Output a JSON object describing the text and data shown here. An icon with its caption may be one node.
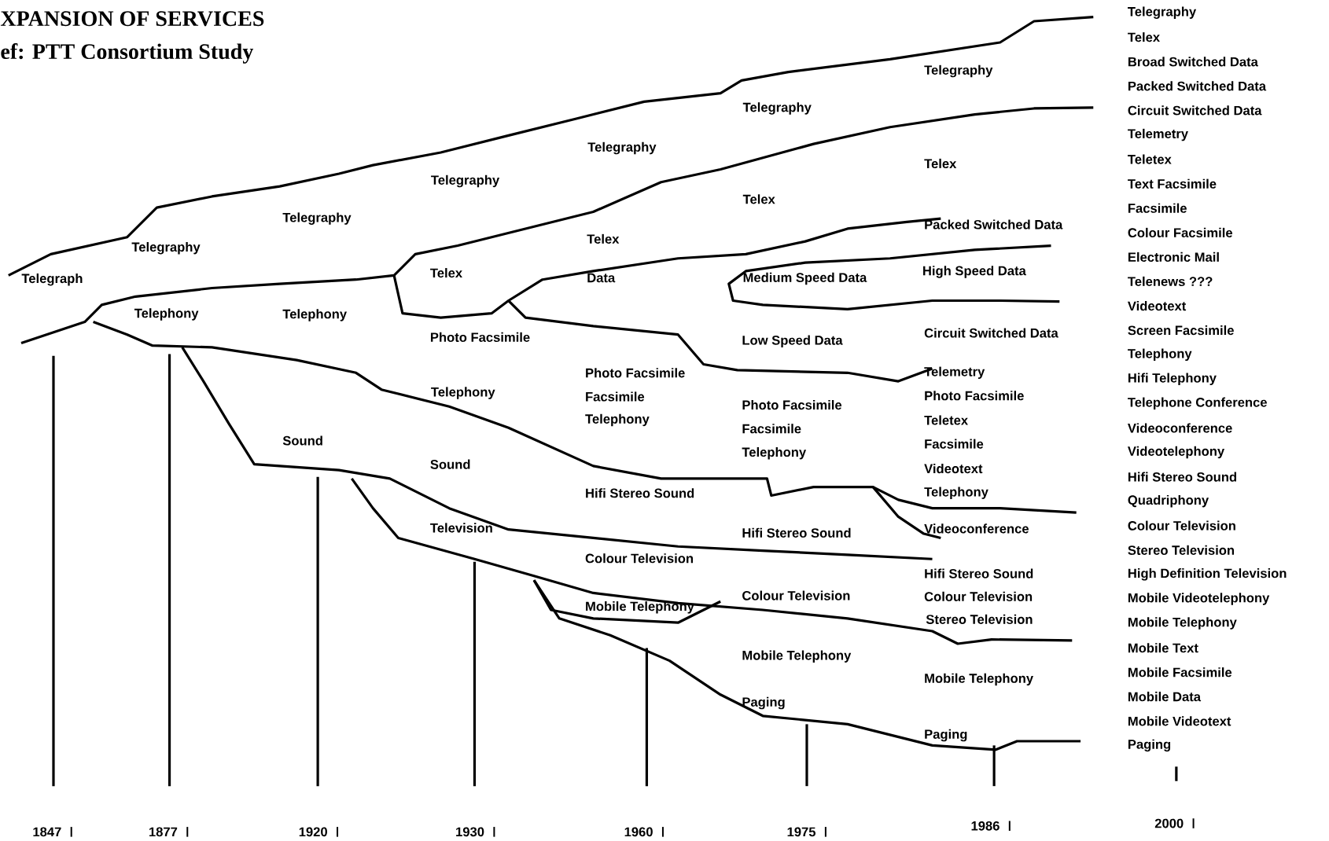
{
  "diagram": {
    "title": "XPANSION OF SERVICES",
    "labels": [
      "ef: PTT Consortium Study",
      "Telegraph",
      "Telegraphy",
      "Telegraphy",
      "Telegraphy",
      "Telegraphy",
      "Telegraphy",
      "Telegraphy",
      "Telex",
      "Telex",
      "Telex",
      "Telex",
      "Data",
      "Packed Switched Data",
      "Medium Speed Data",
      "High Speed Data",
      "Telephony",
      "Telephony",
      "Photo Facsimile",
      "Low Speed Data",
      "Circuit Switched Data",
      "Telephony",
      "Photo Facsimile",
      "Facsimile",
      "Telephony",
      "Photo Facsimile",
      "Facsimile",
      "Telephony",
      "Telemetry",
      "Photo Facsimile",
      "Teletex",
      "Facsimile",
      "Videotext",
      "Telephony",
      "Sound",
      "Sound",
      "Hifi Stereo Sound",
      "Television",
      "Hifi Stereo Sound",
      "Videoconference",
      "Colour Television",
      "Hifi Stereo Sound",
      "Colour Television",
      "Stereo Television",
      "Mobile Telephony",
      "Colour Television",
      "Mobile Telephony",
      "Mobile Telephony",
      "Paging",
      "Paging",
      "Telegraphy",
      "Telex",
      "Broad Switched Data",
      "Packed Switched Data",
      "Circuit Switched Data",
      "Telemetry",
      "Teletex",
      "Text Facsimile",
      "Facsimile",
      "Colour Facsimile",
      "Electronic Mail",
      "Telenews ???",
      "Videotext",
      "Screen Facsimile",
      "Telephony",
      "Hifi Telephony",
      "Telephone Conference",
      "Videoconference",
      "Videotelephony",
      "Hifi Stereo Sound",
      "Quadriphony",
      "Colour Television",
      "Stereo Television",
      "High Definition Television",
      "Mobile Videotelephony",
      "Mobile Telephony",
      "Mobile Text",
      "Mobile Facsimile",
      "Mobile Data",
      "Mobile Videotext",
      "Paging",
      "1847",
      "1877",
      "1920",
      "1930",
      "1960",
      "1975",
      "1986",
      "2000"
    ]
  }
}
